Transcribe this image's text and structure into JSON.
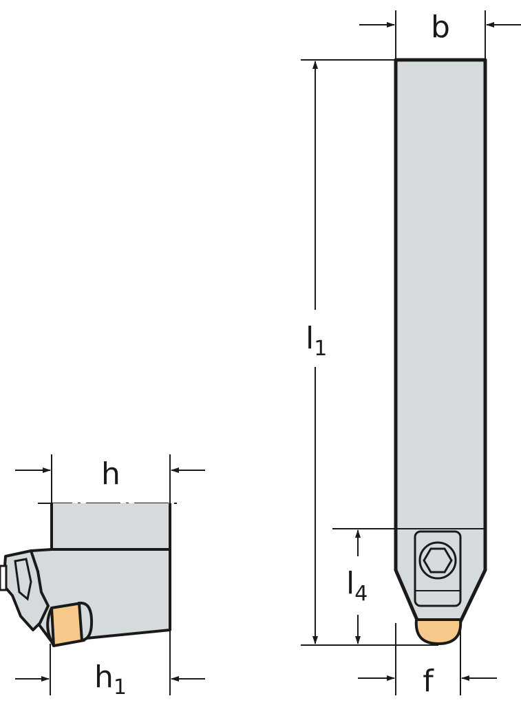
{
  "labels": {
    "b": "b",
    "l1": {
      "main": "l",
      "sub": "1"
    },
    "l4": {
      "main": "l",
      "sub": "4"
    },
    "f": "f",
    "h": "h",
    "h1": {
      "main": "h",
      "sub": "1"
    }
  },
  "colors": {
    "body": "#d5dbdd",
    "insert": "#f6c98a",
    "line": "#1a1a1a"
  }
}
